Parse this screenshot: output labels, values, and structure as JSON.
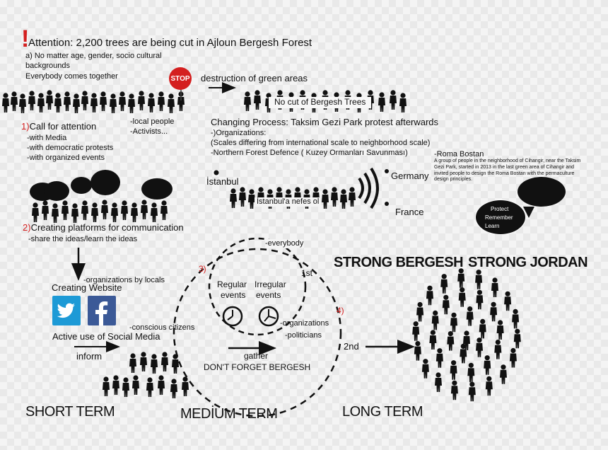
{
  "header": {
    "exclaim": "!",
    "title": "Attention: 2,200 trees are being cut in Ajloun Bergesh Forest"
  },
  "left_top": {
    "line1": "a) No matter age, gender, socio cultural",
    "line2": " backgrounds",
    "line3": "Everybody comes together",
    "stop": "STOP",
    "local_people": "-local people",
    "activists": "-Activists...",
    "call_num": "1)",
    "call_text": "Call for attention",
    "call_items": [
      "-with Media",
      "-with democratic protests",
      "-with organized events"
    ]
  },
  "top_right": {
    "destruction": "destruction of green areas",
    "banner": "No cut of Bergesh Trees",
    "changing": "Changing Process: Taksim Gezi Park protest afterwards",
    "org1": "-)Organizations:",
    "org2": "(Scales differing from international scale to neighborhood scale)",
    "org3": "-Northern Forest Defence ( Kuzey Ormanları Savunması)",
    "roma_title": "-Roma Bostan",
    "roma_desc": "A group of people in the neighborhood of Cihangir, near the Taksim Gezi Park, started in 2013 in the last green area of Cihangir and invited people to design the Roma Bostan with the permaculture design principles.",
    "istanbul": "İstanbul",
    "istanbul_nefes": "İstanbul'a nefes ol",
    "germany": "Germany",
    "france": "France",
    "bubble_lines": [
      "Protect",
      "Remember",
      "Learn"
    ]
  },
  "platforms": {
    "num": "2)",
    "text": "Creating platforms for communication",
    "sub": "-share the ideas/learn the ideas"
  },
  "short_term": {
    "orgs_by_locals": "-organizations by locals",
    "website": "Creating Website",
    "social": "Active use of Social Media",
    "conscious": "-conscious citizens",
    "inform": "inform",
    "label": "SHORT TERM"
  },
  "medium_term": {
    "everybody": "-everybody",
    "num3": "3)",
    "regular": [
      "Regular",
      "events"
    ],
    "irregular": [
      "Irregular",
      "events"
    ],
    "first": "1st",
    "num4": "4)",
    "organizations": "-organizations",
    "politicians": "-politicians",
    "gather": "gather",
    "dont_forget": "DON'T FORGET BERGESH",
    "label": "MEDİUM TERM"
  },
  "long_term": {
    "second": "2nd",
    "strong_bergesh": "STRONG BERGESH",
    "strong_jordan": "STRONG JORDAN",
    "label": "LONG TERM"
  },
  "colors": {
    "accent_red": "#d41f1f",
    "twitter": "#1d9ad6",
    "facebook": "#3b5997",
    "ink": "#111111"
  }
}
